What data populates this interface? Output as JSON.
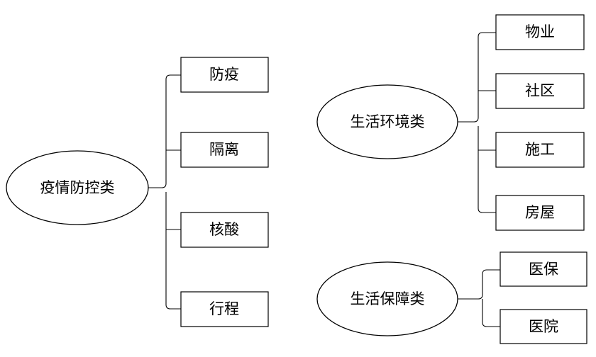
{
  "groups": [
    {
      "title": "疫情防控类",
      "items": [
        "防疫",
        "隔离",
        "核酸",
        "行程"
      ]
    },
    {
      "title": "生活环境类",
      "items": [
        "物业",
        "社区",
        "施工",
        "房屋"
      ]
    },
    {
      "title": "生活保障类",
      "items": [
        "医保",
        "医院"
      ]
    }
  ]
}
